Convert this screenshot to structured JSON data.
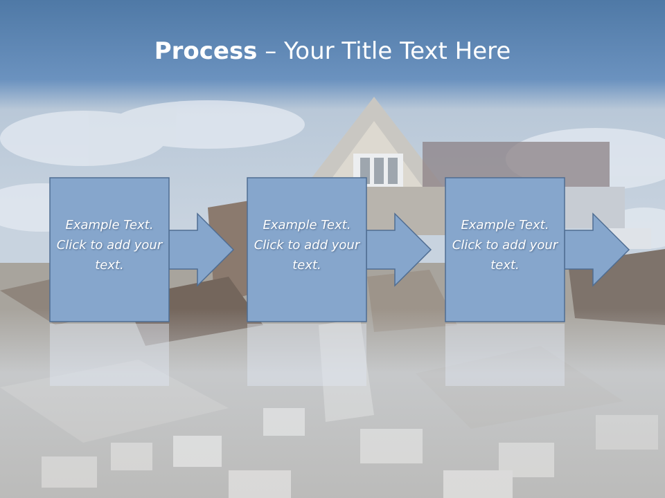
{
  "slide": {
    "title_bold": "Process",
    "title_rest": " – Your Title Text Here"
  },
  "steps": [
    {
      "text": "Example Text. Click  to add your text."
    },
    {
      "text": "Example Text. Click  to add your text."
    },
    {
      "text": "Example Text. Click  to add your text."
    }
  ],
  "colors": {
    "header_blue": "#6a8fb8",
    "box_fill": "#86a6cc",
    "box_border": "#4f6d92"
  },
  "icons": {
    "arrow": "right-arrow-icon"
  }
}
